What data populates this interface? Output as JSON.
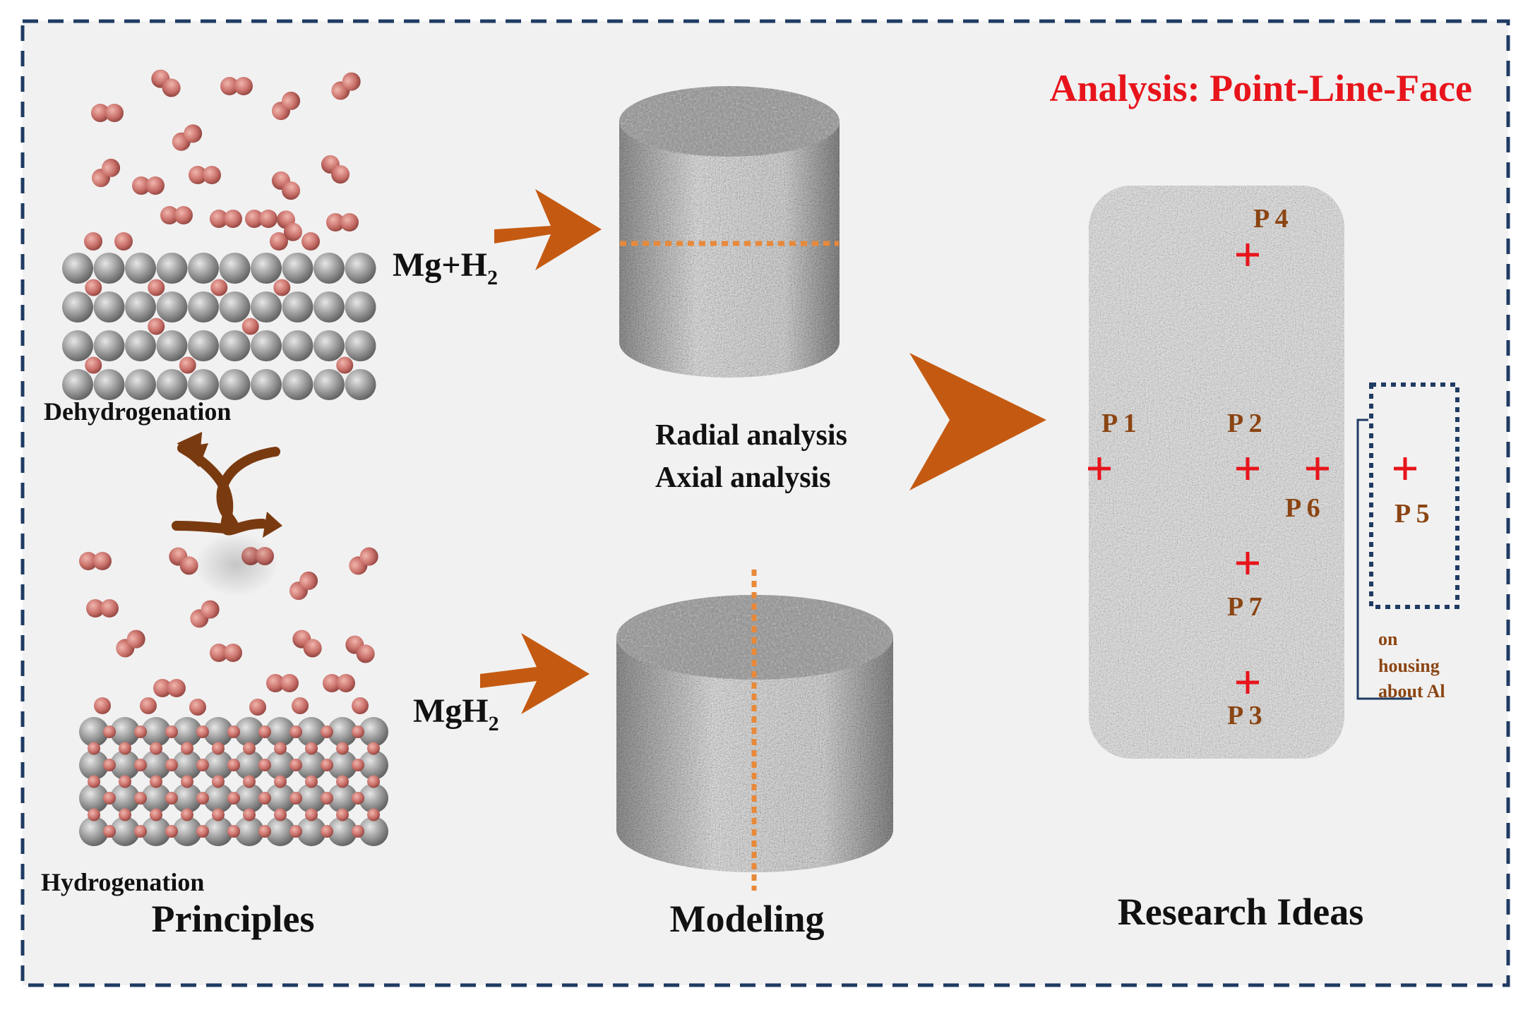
{
  "title": "Analysis: Point-Line-Face",
  "sections": {
    "principles": "Principles",
    "modeling": "Modeling",
    "research": "Research Ideas"
  },
  "lattice_labels": {
    "dehydrogenation": "Dehydrogenation",
    "hydrogenation": "Hydrogenation"
  },
  "reactions": {
    "top_base": "Mg+H",
    "top_sub": "2",
    "bottom_base": "MgH",
    "bottom_sub": "2"
  },
  "analysis": {
    "radial": "Radial analysis",
    "axial": "Axial analysis"
  },
  "points": [
    "P 4",
    "P 1",
    "P 2",
    "P 6",
    "P 5",
    "P 7",
    "P 3"
  ],
  "note": [
    "on",
    "housing",
    "about Al"
  ],
  "colors": {
    "frame": "#1f3b63",
    "background": "#f1f1f1",
    "title": "#e8141b",
    "arrow": "#c45a11",
    "orange_dash": "#e8893a",
    "h_atom": "#c9706a",
    "mg_atom": "#8f8f8f",
    "marker": "#e8141b",
    "point_label": "#8b4513",
    "swap_arrow": "#7a3a10"
  }
}
